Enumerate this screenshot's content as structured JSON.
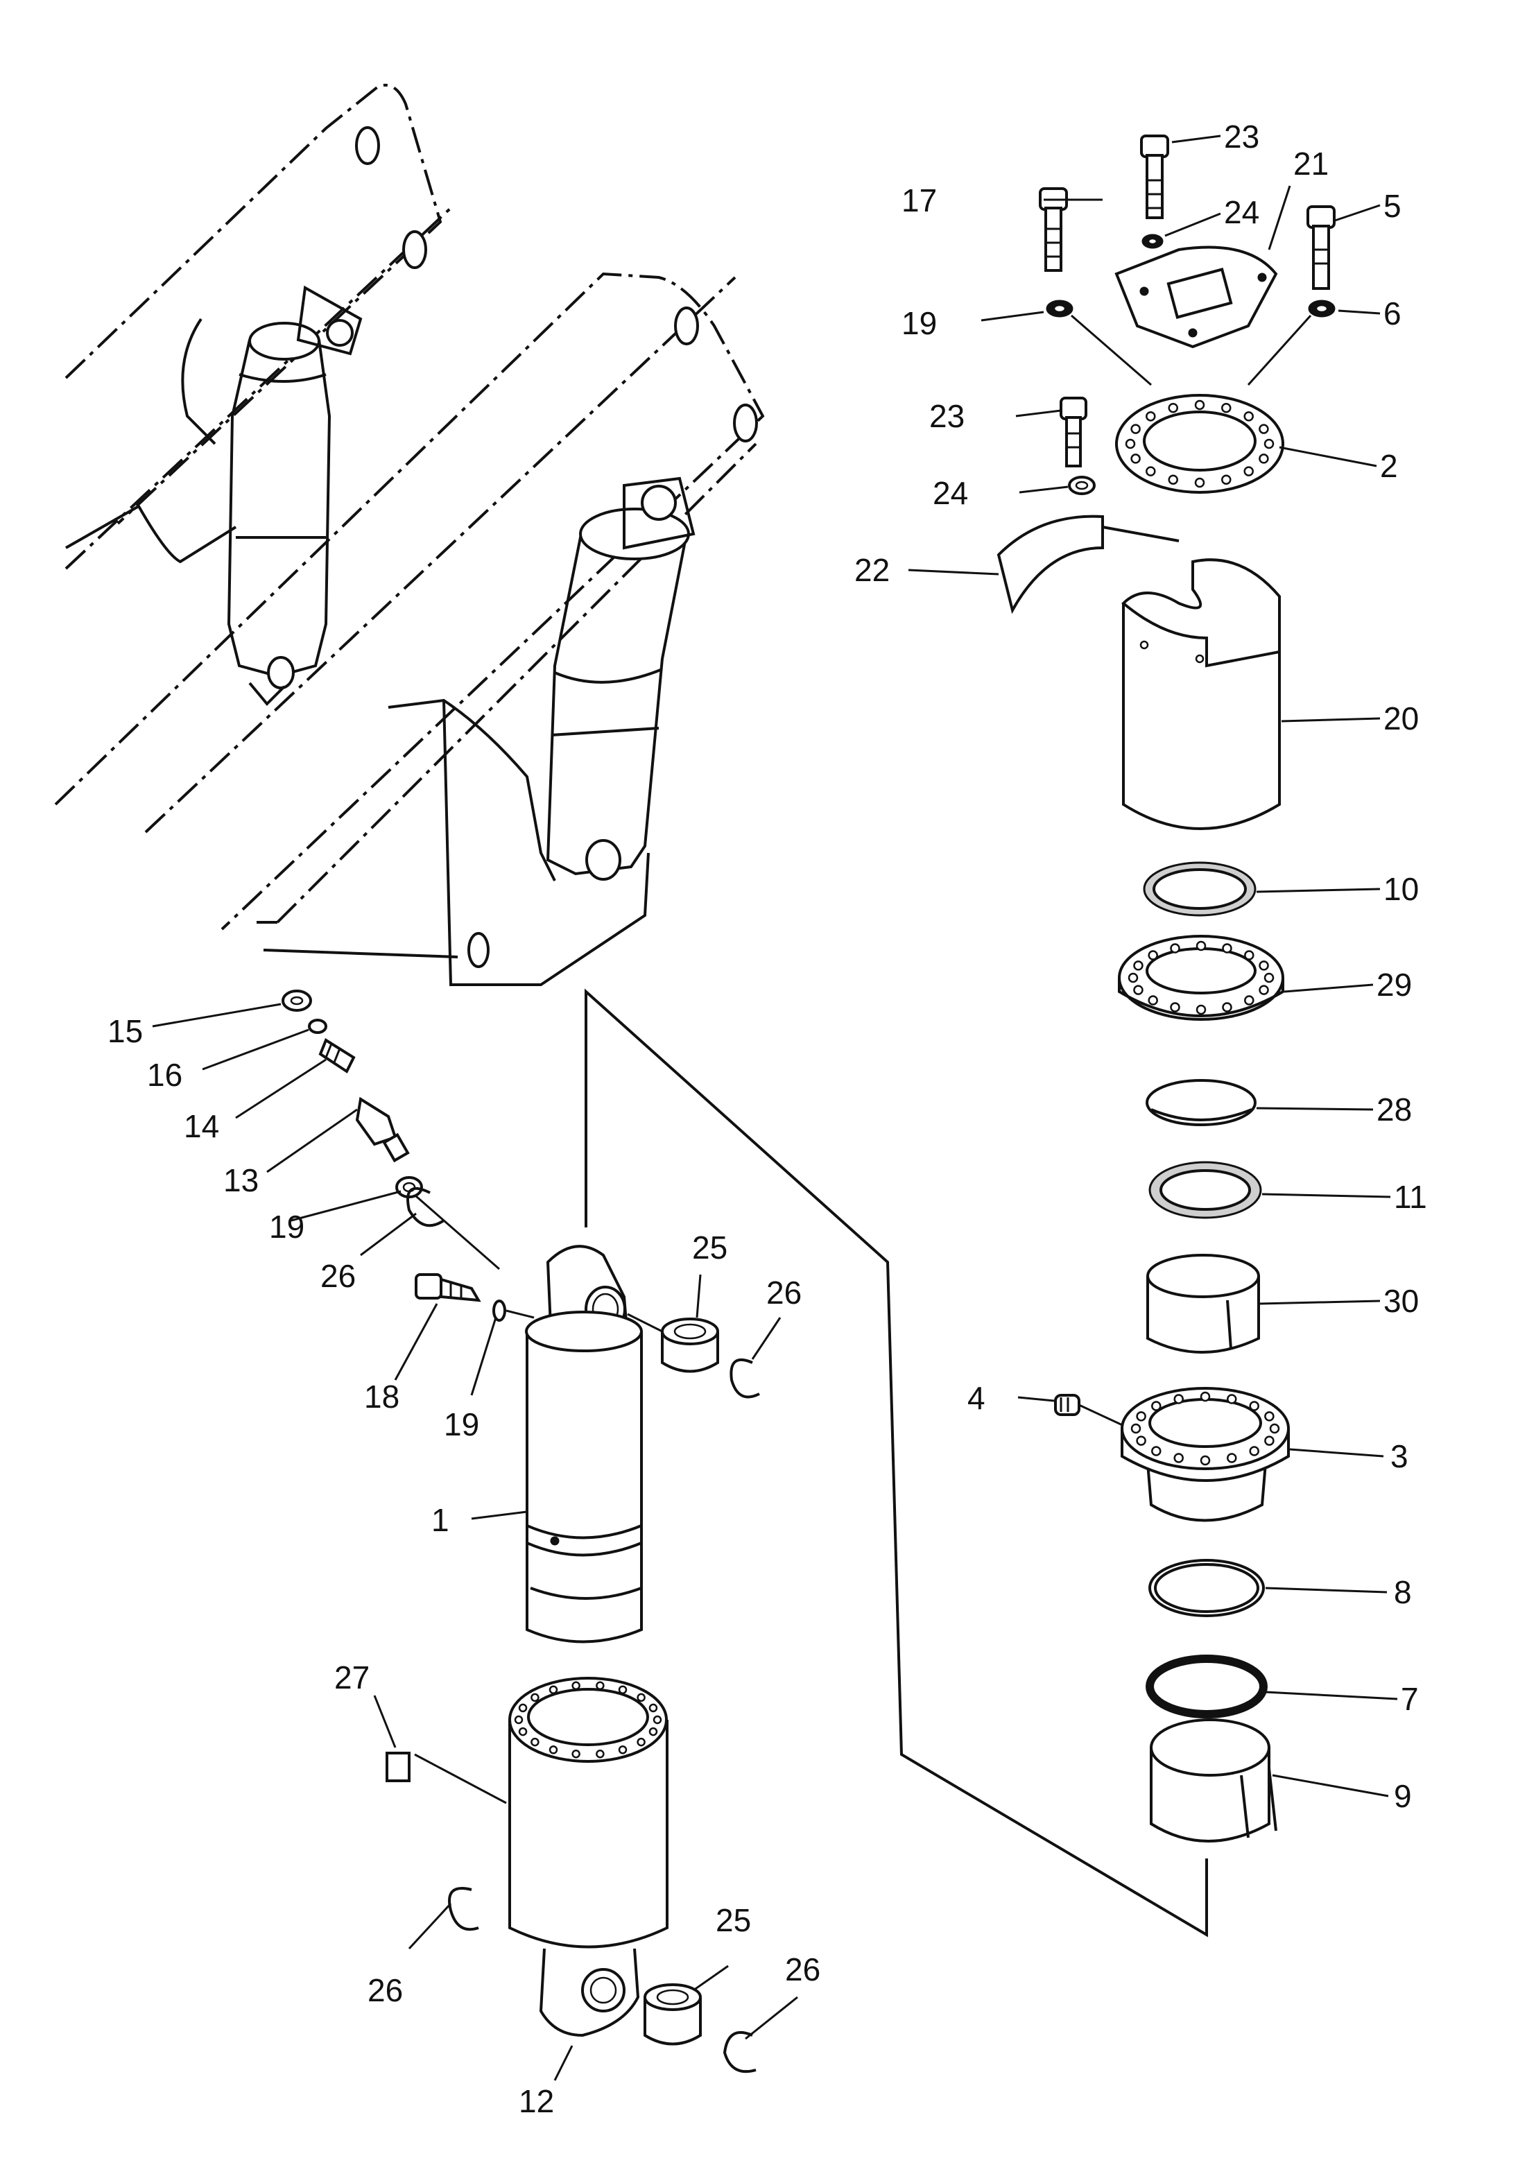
{
  "diagram": {
    "type": "exploded parts diagram",
    "part_labels": [
      {
        "id": "p1",
        "text": "1"
      },
      {
        "id": "p2",
        "text": "2"
      },
      {
        "id": "p3",
        "text": "3"
      },
      {
        "id": "p4",
        "text": "4"
      },
      {
        "id": "p5",
        "text": "5"
      },
      {
        "id": "p6",
        "text": "6"
      },
      {
        "id": "p7",
        "text": "7"
      },
      {
        "id": "p8",
        "text": "8"
      },
      {
        "id": "p9",
        "text": "9"
      },
      {
        "id": "p10",
        "text": "10"
      },
      {
        "id": "p11",
        "text": "11"
      },
      {
        "id": "p12",
        "text": "12"
      },
      {
        "id": "p13",
        "text": "13"
      },
      {
        "id": "p14",
        "text": "14"
      },
      {
        "id": "p15",
        "text": "15"
      },
      {
        "id": "p16",
        "text": "16"
      },
      {
        "id": "p17",
        "text": "17"
      },
      {
        "id": "p18",
        "text": "18"
      },
      {
        "id": "p19a",
        "text": "19"
      },
      {
        "id": "p19b",
        "text": "19"
      },
      {
        "id": "p19c",
        "text": "19"
      },
      {
        "id": "p20",
        "text": "20"
      },
      {
        "id": "p21",
        "text": "21"
      },
      {
        "id": "p22",
        "text": "22"
      },
      {
        "id": "p23a",
        "text": "23"
      },
      {
        "id": "p23b",
        "text": "23"
      },
      {
        "id": "p24a",
        "text": "24"
      },
      {
        "id": "p24b",
        "text": "24"
      },
      {
        "id": "p25a",
        "text": "25"
      },
      {
        "id": "p25b",
        "text": "25"
      },
      {
        "id": "p26a",
        "text": "26"
      },
      {
        "id": "p26b",
        "text": "26"
      },
      {
        "id": "p26c",
        "text": "26"
      },
      {
        "id": "p26d",
        "text": "26"
      },
      {
        "id": "p27",
        "text": "27"
      },
      {
        "id": "p28",
        "text": "28"
      },
      {
        "id": "p29",
        "text": "29"
      },
      {
        "id": "p30",
        "text": "30"
      }
    ]
  }
}
